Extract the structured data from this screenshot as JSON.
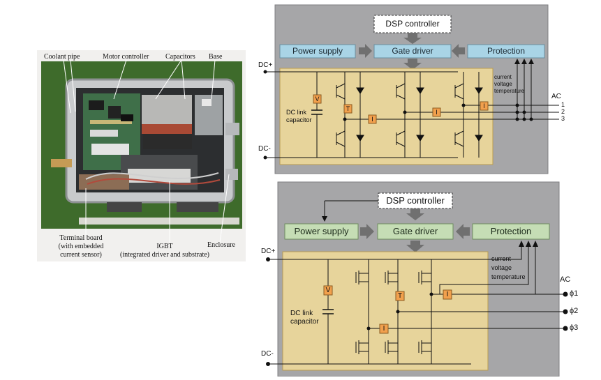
{
  "photo": {
    "labels": {
      "coolant_pipe": "Coolant pipe",
      "motor_controller": "Motor controller",
      "capacitors": "Capacitors",
      "base": "Base",
      "terminal_board_1": "Terminal board",
      "terminal_board_2": "(with embedded",
      "terminal_board_3": "current sensor)",
      "igbt_1": "IGBT",
      "igbt_2": "(integrated driver and substrate)",
      "enclosure": "Enclosure"
    }
  },
  "diagram_top": {
    "dsp": "DSP controller",
    "power_supply": "Power supply",
    "gate_driver": "Gate driver",
    "protection": "Protection",
    "dc_plus": "DC+",
    "dc_minus": "DC-",
    "dc_link_1": "DC link",
    "dc_link_2": "capacitor",
    "sense_current": "current",
    "sense_voltage": "voltage",
    "sense_temperature": "temperature",
    "ac": "AC",
    "phase1": "1",
    "phase2": "2",
    "phase3": "3",
    "v_tag": "V",
    "i_tag": "I",
    "t_tag": "T"
  },
  "diagram_bottom": {
    "dsp": "DSP controller",
    "power_supply": "Power supply",
    "gate_driver": "Gate driver",
    "protection": "Protection",
    "dc_plus": "DC+",
    "dc_minus": "DC-",
    "dc_link_1": "DC link",
    "dc_link_2": "capacitor",
    "sense_current": "current",
    "sense_voltage": "voltage",
    "sense_temperature": "temperature",
    "ac": "AC",
    "phase1": "ϕ1",
    "phase2": "ϕ2",
    "phase3": "ϕ3",
    "v_tag": "V",
    "i_tag": "I",
    "t_tag": "T"
  },
  "colors": {
    "panel_gray": "#a6a6a8",
    "box_blue": "#a9d4e6",
    "box_green": "#c5ddb5",
    "board_gold": "#e7d49b",
    "tag_orange": "#f1a04d",
    "photo_green": "#3e6b2b"
  }
}
